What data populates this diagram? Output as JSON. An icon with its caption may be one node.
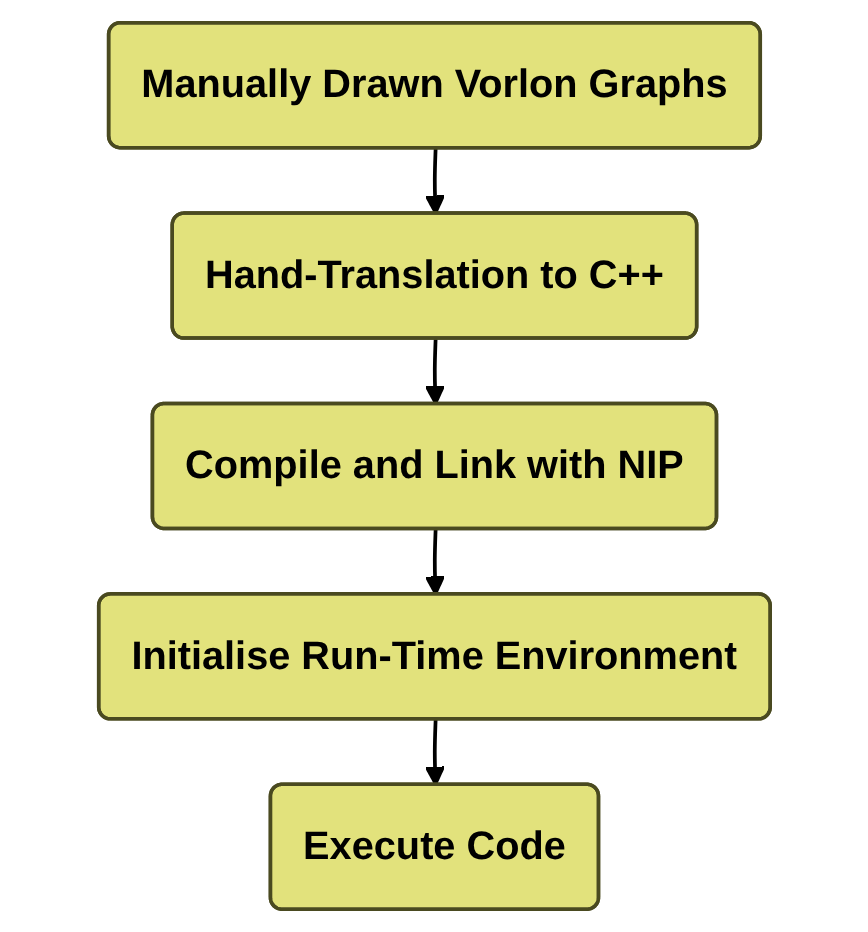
{
  "diagram": {
    "nodes": [
      {
        "text": [
          "Manually Drawn Vorlon Graphs"
        ]
      },
      {
        "text": [
          "Hand-Translation to C++"
        ]
      },
      {
        "text": [
          "Compile and Link with NIP"
        ]
      },
      {
        "text": [
          "Initialise Run-Time Environment"
        ]
      },
      {
        "text": [
          "Execute Code"
        ]
      }
    ],
    "edges": [
      {
        "from": 0,
        "to": 1,
        "arrow": "to"
      },
      {
        "from": 1,
        "to": 2,
        "arrow": "to"
      },
      {
        "from": 2,
        "to": 3,
        "arrow": "to"
      },
      {
        "from": 3,
        "to": 4,
        "arrow": "to"
      }
    ]
  }
}
